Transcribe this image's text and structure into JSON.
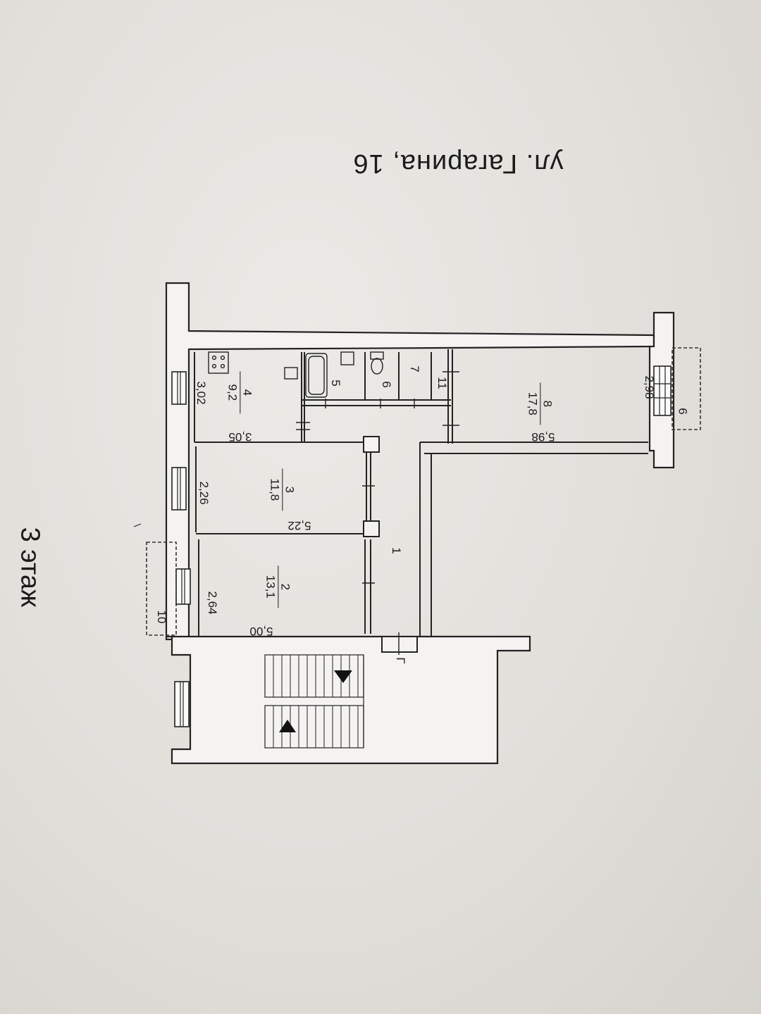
{
  "floor_label": "3 этаж",
  "street_label": "ул. Гагарина,  16",
  "rooms": [
    {
      "id": "1"
    },
    {
      "id": "2",
      "area": "13,1",
      "width": "2,64",
      "length": "5,00"
    },
    {
      "id": "3",
      "area": "11,8",
      "width": "2,26",
      "length": "5,22"
    },
    {
      "id": "4",
      "area": "9,2",
      "width": "3,02",
      "length": "3,05"
    },
    {
      "id": "5"
    },
    {
      "id": "6"
    },
    {
      "id": "7"
    },
    {
      "id": "8",
      "area": "17,8",
      "width": "2,98",
      "length": "5,98"
    },
    {
      "id": "9"
    },
    {
      "id": "10"
    },
    {
      "id": "11"
    }
  ],
  "entrance_mark": "Г"
}
